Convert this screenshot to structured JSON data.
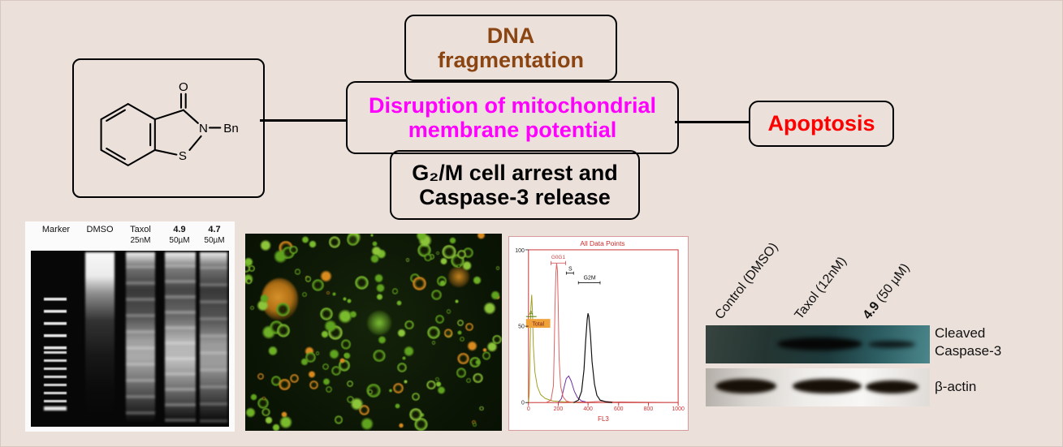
{
  "page": {
    "bg": "#ece1da"
  },
  "structure": {
    "atom_o": "O",
    "atom_n": "N",
    "atom_s": "S",
    "group_bn": "Bn"
  },
  "boxes": {
    "dna": {
      "line1": "DNA",
      "line2": "fragmentation",
      "color": "#8b4513"
    },
    "mito": {
      "line1": "Disruption of mitochondrial",
      "line2": "membrane potential",
      "color": "#ff00ff"
    },
    "g2m": {
      "line1": "G₂/M cell arrest and",
      "line2": "Caspase-3 release",
      "color": "#000000"
    },
    "apoptosis": {
      "label": "Apoptosis",
      "color": "#fe0000"
    }
  },
  "gel": {
    "lane_labels_row1": [
      "Marker",
      "DMSO",
      "Taxol",
      "4.9",
      "4.7"
    ],
    "lane_labels_row2": [
      "",
      "",
      "25nM",
      "50µM",
      "50µM"
    ]
  },
  "fluorescence": {
    "palette": [
      "#5fa31e",
      "#79bb2d",
      "#8cc43a",
      "#5fa31e",
      "#d98a1f",
      "#6db026"
    ]
  },
  "flow": {
    "title": "All Data Points",
    "xlabel": "FL3",
    "x_ticks": [
      "0",
      "200",
      "400",
      "600",
      "800",
      "1000"
    ],
    "y_ticks": [
      "0",
      "50",
      "100"
    ],
    "labels": {
      "a": "A",
      "total": "Total",
      "g0g1": "G0G1",
      "s": "S",
      "g2m": "G2M"
    },
    "chart_data": {
      "type": "histogram",
      "xlabel": "FL3",
      "x_range": [
        0,
        1000
      ],
      "y_range": [
        0,
        100
      ],
      "peaks": [
        {
          "name": "debris",
          "x": 20,
          "height": 72,
          "color": "olive"
        },
        {
          "name": "G0G1",
          "x": 190,
          "height": 91,
          "color": "red"
        },
        {
          "name": "S",
          "x": 260,
          "height": 18,
          "color": "purple"
        },
        {
          "name": "G2M",
          "x": 400,
          "height": 59,
          "color": "black"
        }
      ]
    }
  },
  "blot": {
    "lanes": [
      {
        "bold": "",
        "rest": "Control (DMSO)"
      },
      {
        "bold": "",
        "rest": "Taxol (12nM)"
      },
      {
        "bold": "4.9",
        "rest": " (50 µM)"
      }
    ],
    "labels": {
      "cleaved_line1": "Cleaved",
      "cleaved_line2": "Caspase-3",
      "actin": "β-actin"
    }
  }
}
